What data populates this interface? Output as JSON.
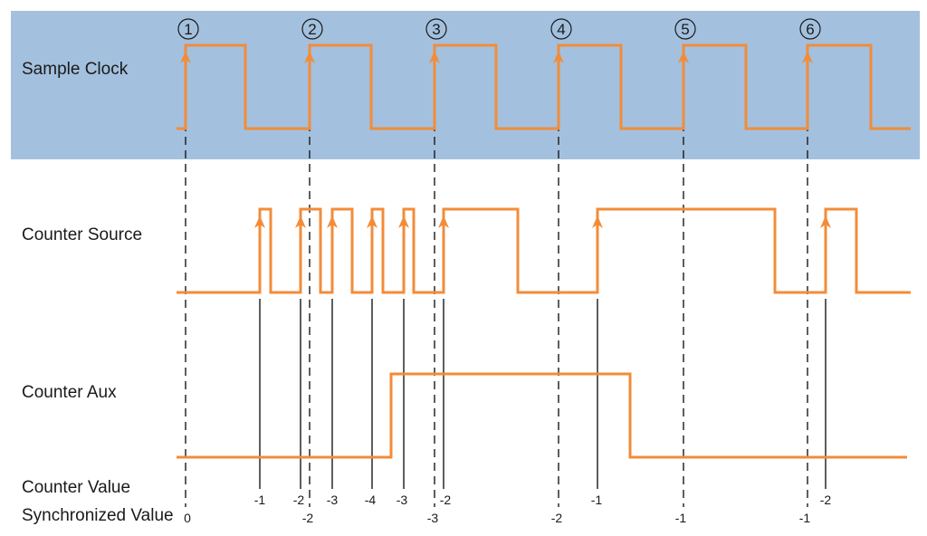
{
  "colors": {
    "band": "#a3c1de",
    "signal": "#f28c3a",
    "line": "#1a1a1a"
  },
  "labels": {
    "sample_clock": "Sample Clock",
    "counter_source": "Counter Source",
    "counter_aux": "Counter Aux",
    "counter_value": "Counter Value",
    "synchronized_value": "Synchronized Value"
  },
  "sample_clock_markers": [
    "1",
    "2",
    "3",
    "4",
    "5",
    "6"
  ],
  "counter_values": [
    "-1",
    "-2",
    "-3",
    "-4",
    "-3",
    "-2",
    "-1",
    "-2"
  ],
  "synchronized_values": [
    "0",
    "-2",
    "-3",
    "-2",
    "-1",
    "-1"
  ]
}
